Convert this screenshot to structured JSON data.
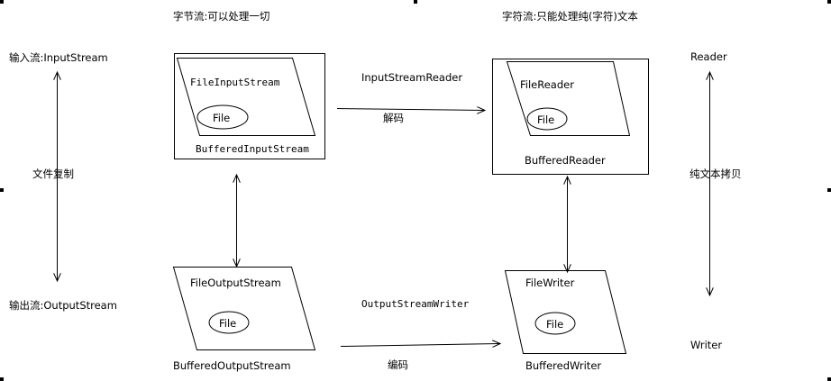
{
  "byte_stream": {
    "title": "字节流:可以处理一切",
    "input_label": "输入流:InputStream",
    "output_label": "输出流:OutputStream",
    "copy_label": "文件复制",
    "input_class": "FileInputStream",
    "input_file": "File",
    "input_buffered": "BufferedInputStream",
    "output_class": "FileOutputStream",
    "output_file": "File",
    "output_buffered": "BufferedOutputStream"
  },
  "bridge": {
    "reader_label": "InputStreamReader",
    "decode_label": "解码",
    "writer_label": "OutputStreamWriter",
    "encode_label": "编码"
  },
  "char_stream": {
    "title": "字符流:只能处理纯(字符)文本",
    "reader_label": "Reader",
    "writer_label": "Writer",
    "copy_label": "纯文本拷贝",
    "reader_class": "FileReader",
    "reader_file": "File",
    "reader_buffered": "BufferedReader",
    "writer_class": "FileWriter",
    "writer_file": "File",
    "writer_buffered": "BufferedWriter"
  }
}
